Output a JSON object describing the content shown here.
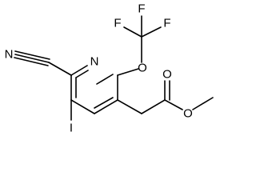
{
  "molecule": {
    "atom_labels": {
      "nitrile_n": "N",
      "ring_n": "N",
      "ether_o": "O",
      "carbonyl_o": "O",
      "ester_o": "O",
      "iodine": "I",
      "fluorine_1": "F",
      "fluorine_2": "F",
      "fluorine_3": "F"
    }
  }
}
